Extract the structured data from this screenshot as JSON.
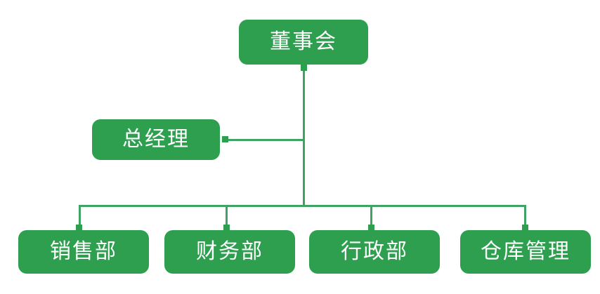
{
  "diagram": {
    "type": "organization-chart",
    "title": "",
    "node_fill_color": "#2d9f4f",
    "connector_color": "#3fa463",
    "label_color": "#ffffff",
    "background_color": "#ffffff",
    "root": {
      "label": "董事会"
    },
    "staff": {
      "label": "总经理"
    },
    "departments": [
      {
        "label": "销售部"
      },
      {
        "label": "财务部"
      },
      {
        "label": "行政部"
      },
      {
        "label": "仓库管理"
      }
    ]
  }
}
